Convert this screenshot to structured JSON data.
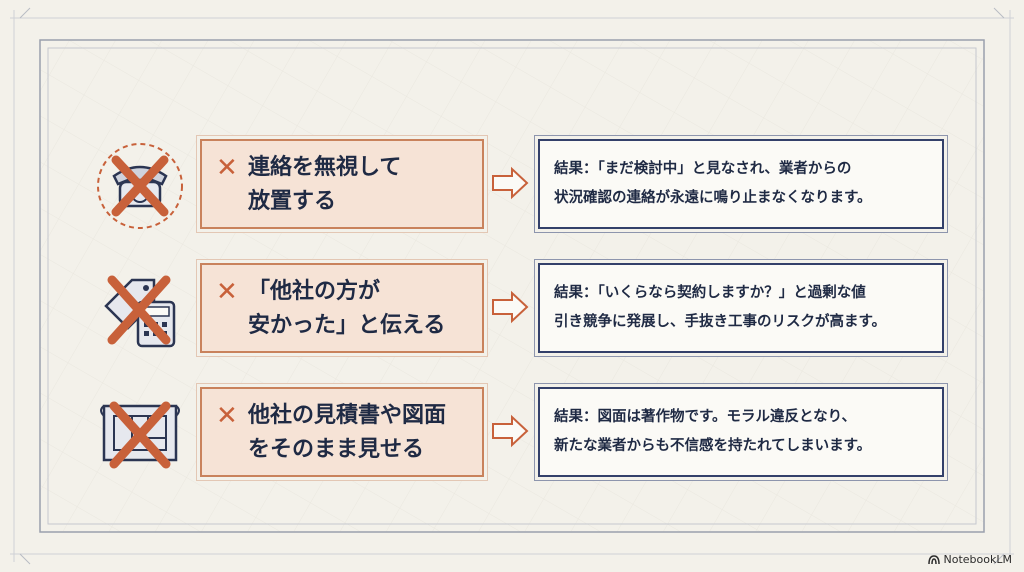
{
  "colors": {
    "background": "#f3f1ea",
    "accent_orange": "#c8613a",
    "dont_box_fill": "#f6e3d6",
    "navy": "#1f2a44"
  },
  "rows": [
    {
      "icon": "telephone-icon",
      "dont": "連絡を無視して\n放置する",
      "result": "結果：「まだ検討中」と見なされ、業者からの\n状況確認の連絡が永遠に鳴り止まなくなります。"
    },
    {
      "icon": "price-tag-calculator-icon",
      "dont": "「他社の方が\n安かった」と伝える",
      "result": "結果：「いくらなら契約しますか？」と過剰な値\n引き競争に発展し、手抜き工事のリスクが高ます。"
    },
    {
      "icon": "blueprint-icon",
      "dont": "他社の見積書や図面\nをそのまま見せる",
      "result": "結果：図面は著作物です。モラル違反となり、\n新たな業者からも不信感を持たれてしまいます。"
    }
  ],
  "brand": "NotebookLM"
}
